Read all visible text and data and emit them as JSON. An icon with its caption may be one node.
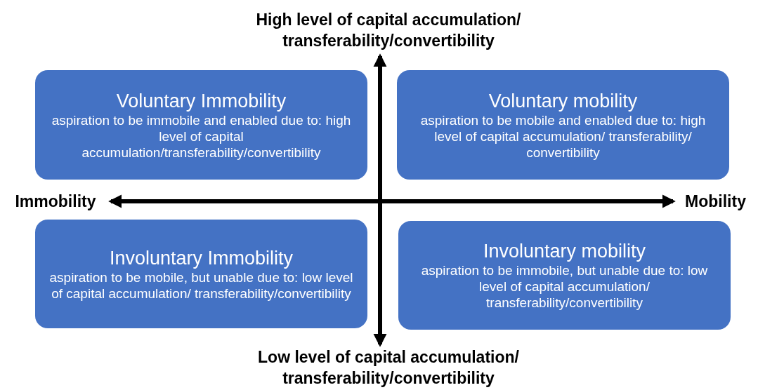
{
  "diagram": {
    "nodes": [
      {
        "text": [
          "High level of capital accumulation/ transferability/convertibility"
        ]
      },
      {
        "text": [
          "Voluntary Immobility",
          "aspiration to be immobile and enabled due to: high level of capital accumulation/transferability/convertibility"
        ]
      },
      {
        "text": [
          "Voluntary mobility",
          "aspiration to be mobile and enabled due to: high level of capital accumulation/ transferability/ convertibility"
        ]
      },
      {
        "text": [
          "Immobility"
        ]
      },
      {
        "text": [
          "Mobility"
        ]
      },
      {
        "text": [
          "Involuntary Immobility",
          "aspiration to be mobile, but unable due to: low level of capital accumulation/ transferability/convertibility"
        ]
      },
      {
        "text": [
          "Involuntary mobility",
          "aspiration to be immobile, but unable due to: low level of capital accumulation/ transferability/convertibility"
        ]
      },
      {
        "text": [
          "Low level of capital accumulation/ transferability/convertibility"
        ]
      }
    ],
    "edges": [
      {
        "from": 0,
        "to": 7,
        "arrow": "both"
      },
      {
        "from": 3,
        "to": 4,
        "arrow": "both"
      }
    ]
  }
}
